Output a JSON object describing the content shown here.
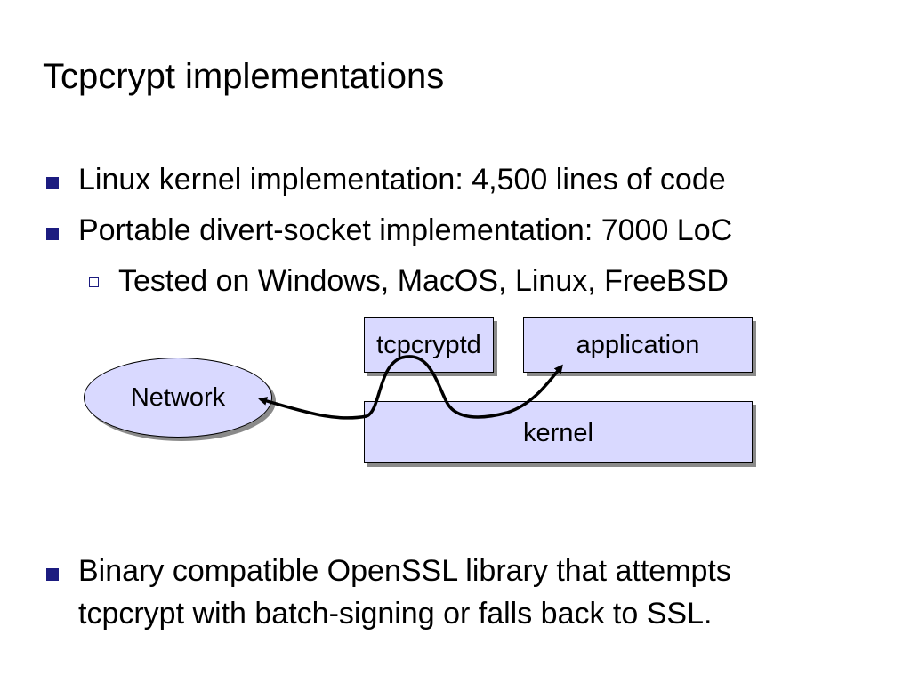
{
  "slide": {
    "title": "Tcpcrypt implementations",
    "bullets": [
      "Linux kernel implementation:  4,500 lines of code",
      "Portable divert-socket implementation: 7000 LoC"
    ],
    "sub_bullet": "Tested on Windows, MacOS, Linux, FreeBSD",
    "final_bullet_line1": "Binary compatible OpenSSL library that attempts",
    "final_bullet_line2": "tcpcrypt with batch-signing or falls back to SSL."
  },
  "diagram": {
    "network_label": "Network",
    "tcpcryptd_label": "tcpcryptd",
    "application_label": "application",
    "kernel_label": "kernel",
    "box_fill": "#d9d9ff",
    "bullet_color": "#1c1c80"
  }
}
